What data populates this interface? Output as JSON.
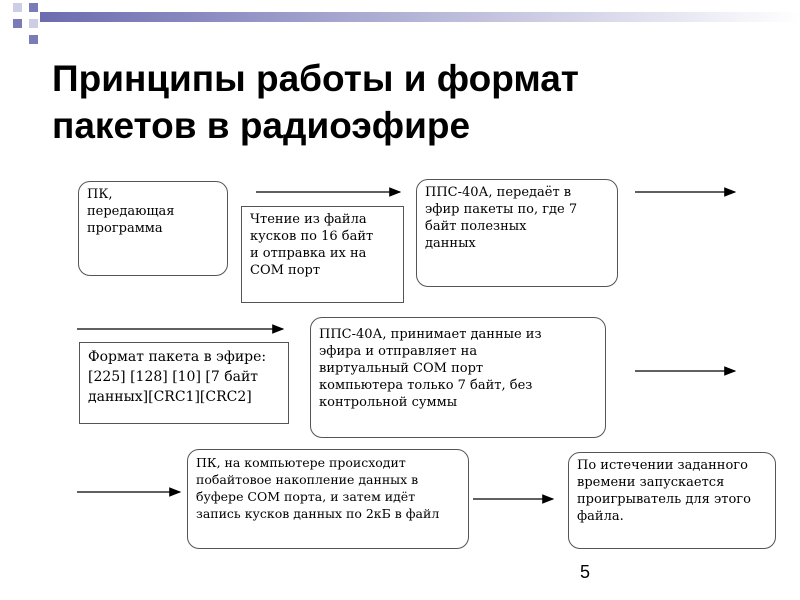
{
  "slide": {
    "title_line1": "Принципы работы и формат",
    "title_line2": "пакетов в радиоэфире",
    "page_number": "5"
  },
  "boxes": {
    "pc_sender": [
      "ПК,",
      "передающая",
      "программа"
    ],
    "read_file": [
      "Чтение из файла",
      "кусков по 16 байт",
      "и отправка их на",
      "СОМ порт"
    ],
    "pps_send": [
      "ППС-40А, передаёт в",
      "эфир пакеты по, где 7",
      "байт полезных",
      "данных"
    ],
    "packet_format": [
      "Формат пакета в эфире:",
      "[225] [128] [10] [7 байт",
      "данных][CRC1][CRC2]"
    ],
    "pps_receive": [
      "ППС-40А, принимает данные из",
      "эфира и отправляет на",
      "виртуальный СОМ порт",
      "компьютера только 7 байт,  без",
      "контрольной суммы"
    ],
    "pc_receiver": [
      "ПК, на компьютере происходит",
      "побайтовое накопление данных в",
      "буфере СОМ порта, и затем идёт",
      "запись кусков данных по 2кБ в файл"
    ],
    "playback": [
      "По истечении заданного",
      "времени запускается",
      "проигрыватель для этого",
      "файла."
    ]
  },
  "colors": {
    "box_border": "#555555",
    "deco_dark": "#7b7bb8",
    "deco_light": "#cdcde6"
  }
}
